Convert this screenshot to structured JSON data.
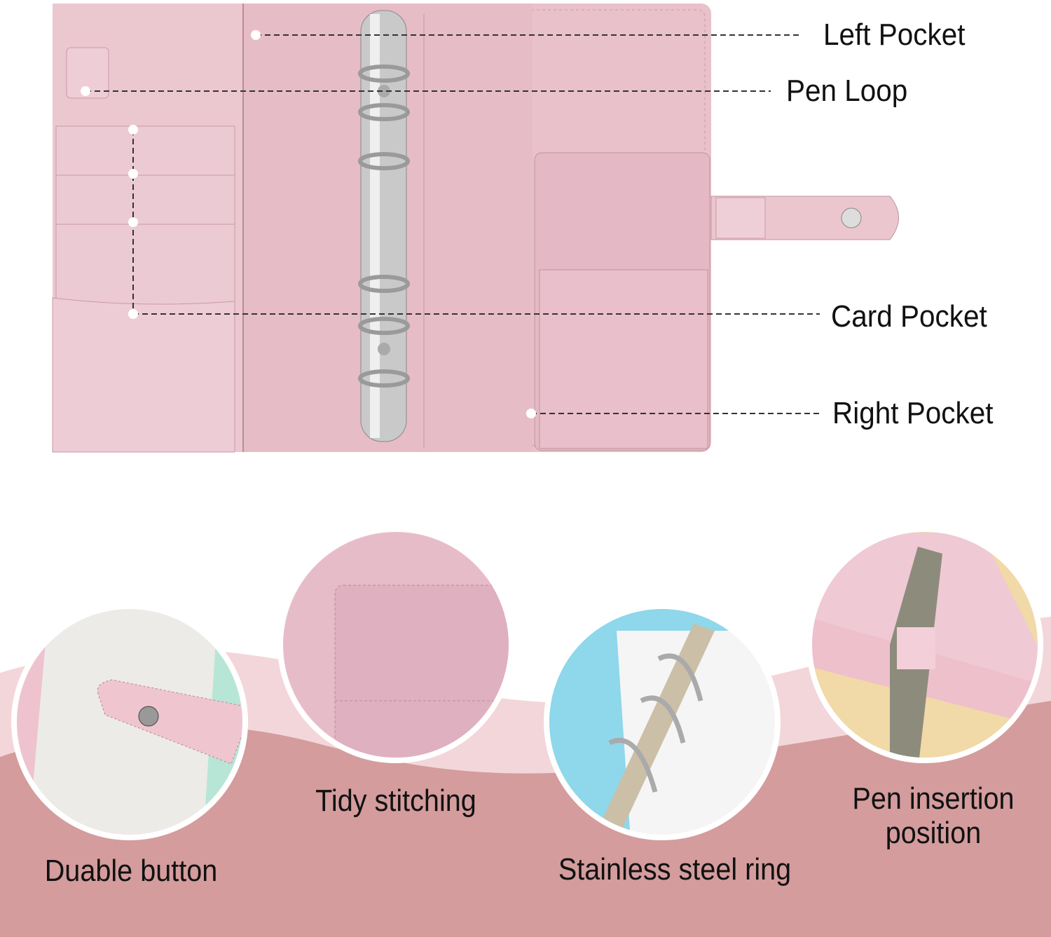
{
  "callouts": {
    "left_pocket": "Left Pocket",
    "pen_loop": "Pen Loop",
    "card_pocket": "Card Pocket",
    "right_pocket": "Right Pocket"
  },
  "features": [
    {
      "label": "Duable button"
    },
    {
      "label": "Tidy stitching"
    },
    {
      "label": "Stainless steel ring"
    },
    {
      "label_line1": "Pen insertion",
      "label_line2": "position"
    }
  ],
  "colors": {
    "binder_pink": "#e9c3cd",
    "background_mauve": "#d49c9d",
    "background_light_pink": "#f2d4d8"
  }
}
